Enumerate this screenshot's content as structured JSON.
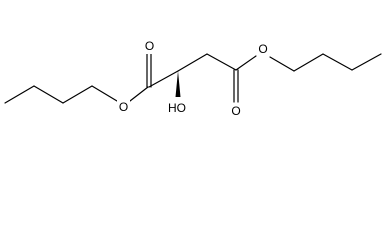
{
  "molecule": {
    "atoms": {
      "ester_o_left": "O",
      "carbonyl_o_left": "O",
      "hydroxyl": "HO",
      "carbonyl_o_right": "O",
      "ester_o_right": "O"
    }
  }
}
